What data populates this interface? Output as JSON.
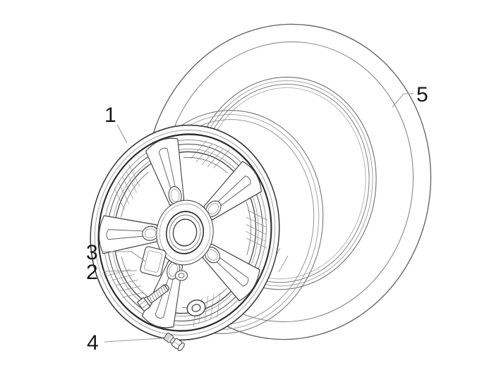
{
  "figure": {
    "background_color": "#ffffff",
    "line_color": "#4a4a4a",
    "leader_color": "#9a9a9a",
    "label_color": "#161616",
    "callouts": [
      {
        "number": "1",
        "target": "wheel-rim"
      },
      {
        "number": "2",
        "target": "rim-edge"
      },
      {
        "number": "3",
        "target": "hub-plate"
      },
      {
        "number": "4",
        "target": "valve-bolt"
      },
      {
        "number": "5",
        "target": "tire"
      }
    ]
  }
}
